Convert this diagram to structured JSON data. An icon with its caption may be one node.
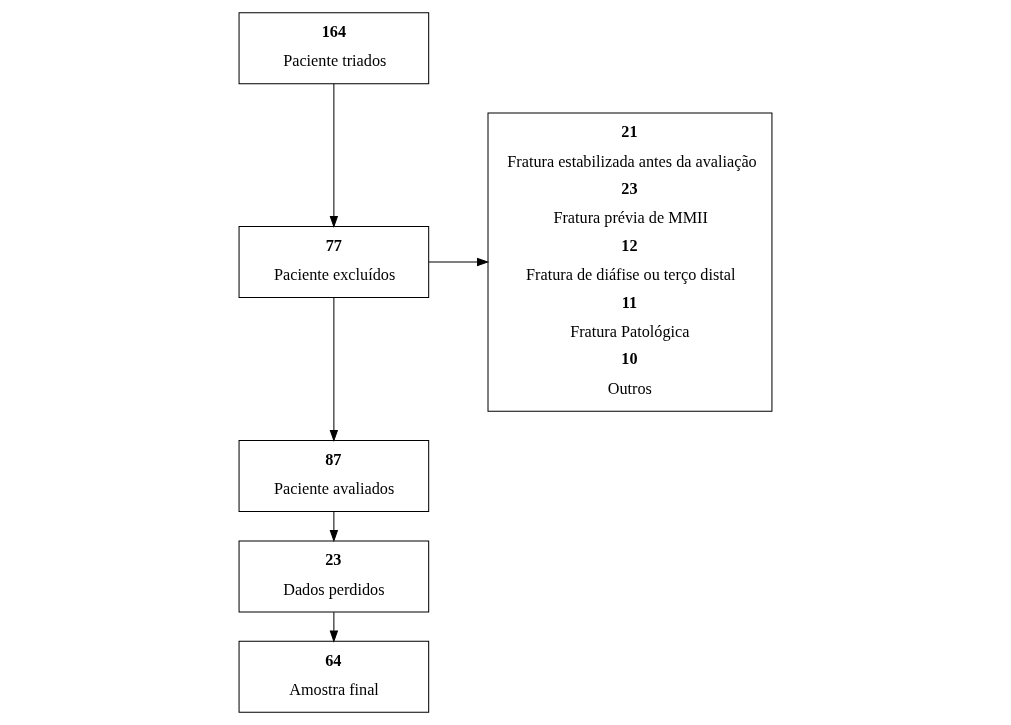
{
  "diagram": {
    "nodes": [
      {
        "text": [
          "164",
          "Paciente triados"
        ]
      },
      {
        "text": [
          "77",
          "Paciente excluídos"
        ]
      },
      {
        "text": [
          "87",
          "Paciente avaliados"
        ]
      },
      {
        "text": [
          "23",
          "Dados perdidos"
        ]
      },
      {
        "text": [
          "64",
          "Amostra final"
        ]
      },
      {
        "text": [
          "21",
          "Fratura estabilizada antes da avaliação",
          "23",
          "Fratura prévia de MMII",
          "12",
          "Fratura de diáfise ou terço distal",
          "11",
          "Fratura Patológica",
          "10",
          "Outros"
        ]
      }
    ],
    "edges": [
      {
        "from": 0,
        "to": 1,
        "arrow": "to"
      },
      {
        "from": 1,
        "to": 5,
        "arrow": "to"
      },
      {
        "from": 1,
        "to": 2,
        "arrow": "to"
      },
      {
        "from": 2,
        "to": 3,
        "arrow": "to"
      },
      {
        "from": 3,
        "to": 4,
        "arrow": "to"
      }
    ]
  }
}
